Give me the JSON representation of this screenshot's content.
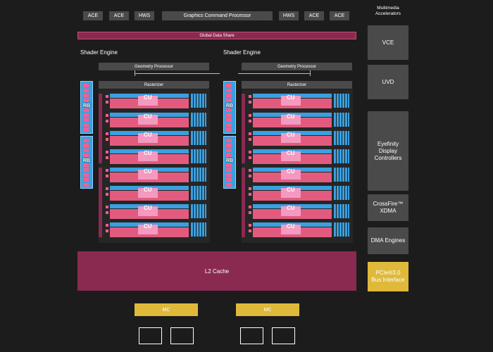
{
  "top_bar": {
    "ace_1": "ACE",
    "ace_2": "ACE",
    "hws_1": "HWS",
    "gcp": "Graphics Command Processor",
    "hws_2": "HWS",
    "ace_3": "ACE",
    "ace_4": "ACE"
  },
  "global_data_share": "Global Data Share",
  "shader_engines": [
    {
      "title": "Shader Engine",
      "geometry": "Geometry Processor",
      "rasterizer": "Rasterizer",
      "rb_labels": [
        "RB",
        "RB"
      ],
      "cu_labels": [
        "CU",
        "CU",
        "CU",
        "CU",
        "CU",
        "CU",
        "CU",
        "CU"
      ]
    },
    {
      "title": "Shader Engine",
      "geometry": "Geometry Processor",
      "rasterizer": "Rasterizer",
      "rb_labels": [
        "RB",
        "RB"
      ],
      "cu_labels": [
        "CU",
        "CU",
        "CU",
        "CU",
        "CU",
        "CU",
        "CU",
        "CU"
      ]
    }
  ],
  "l2_cache": "L2 Cache",
  "memory_controllers": [
    "MC",
    "MC"
  ],
  "right_panel": {
    "title": "Multimedia Accelerators",
    "vce": "VCE",
    "uvd": "UVD",
    "eyefinity": "Eyefinity Display Controllers",
    "crossfire": "CrossFire™ XDMA",
    "dma": "DMA Engines",
    "pcie": "PCIe®3.0 Bus Interface"
  },
  "colors": {
    "background": "#1c1c1c",
    "grey_block": "#4a4a4a",
    "maroon": "#8a2a50",
    "blue": "#3aa0e0",
    "pink": "#ff5d8f",
    "yellow": "#e0b93a"
  }
}
